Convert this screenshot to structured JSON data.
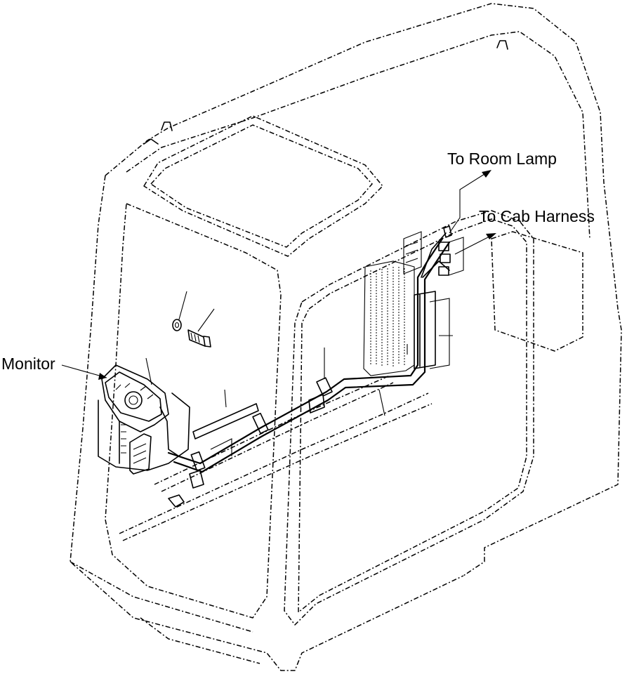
{
  "labels": {
    "monitor": "Monitor",
    "room_lamp": "To Room Lamp",
    "cab_harness": "To Cab Harness"
  }
}
